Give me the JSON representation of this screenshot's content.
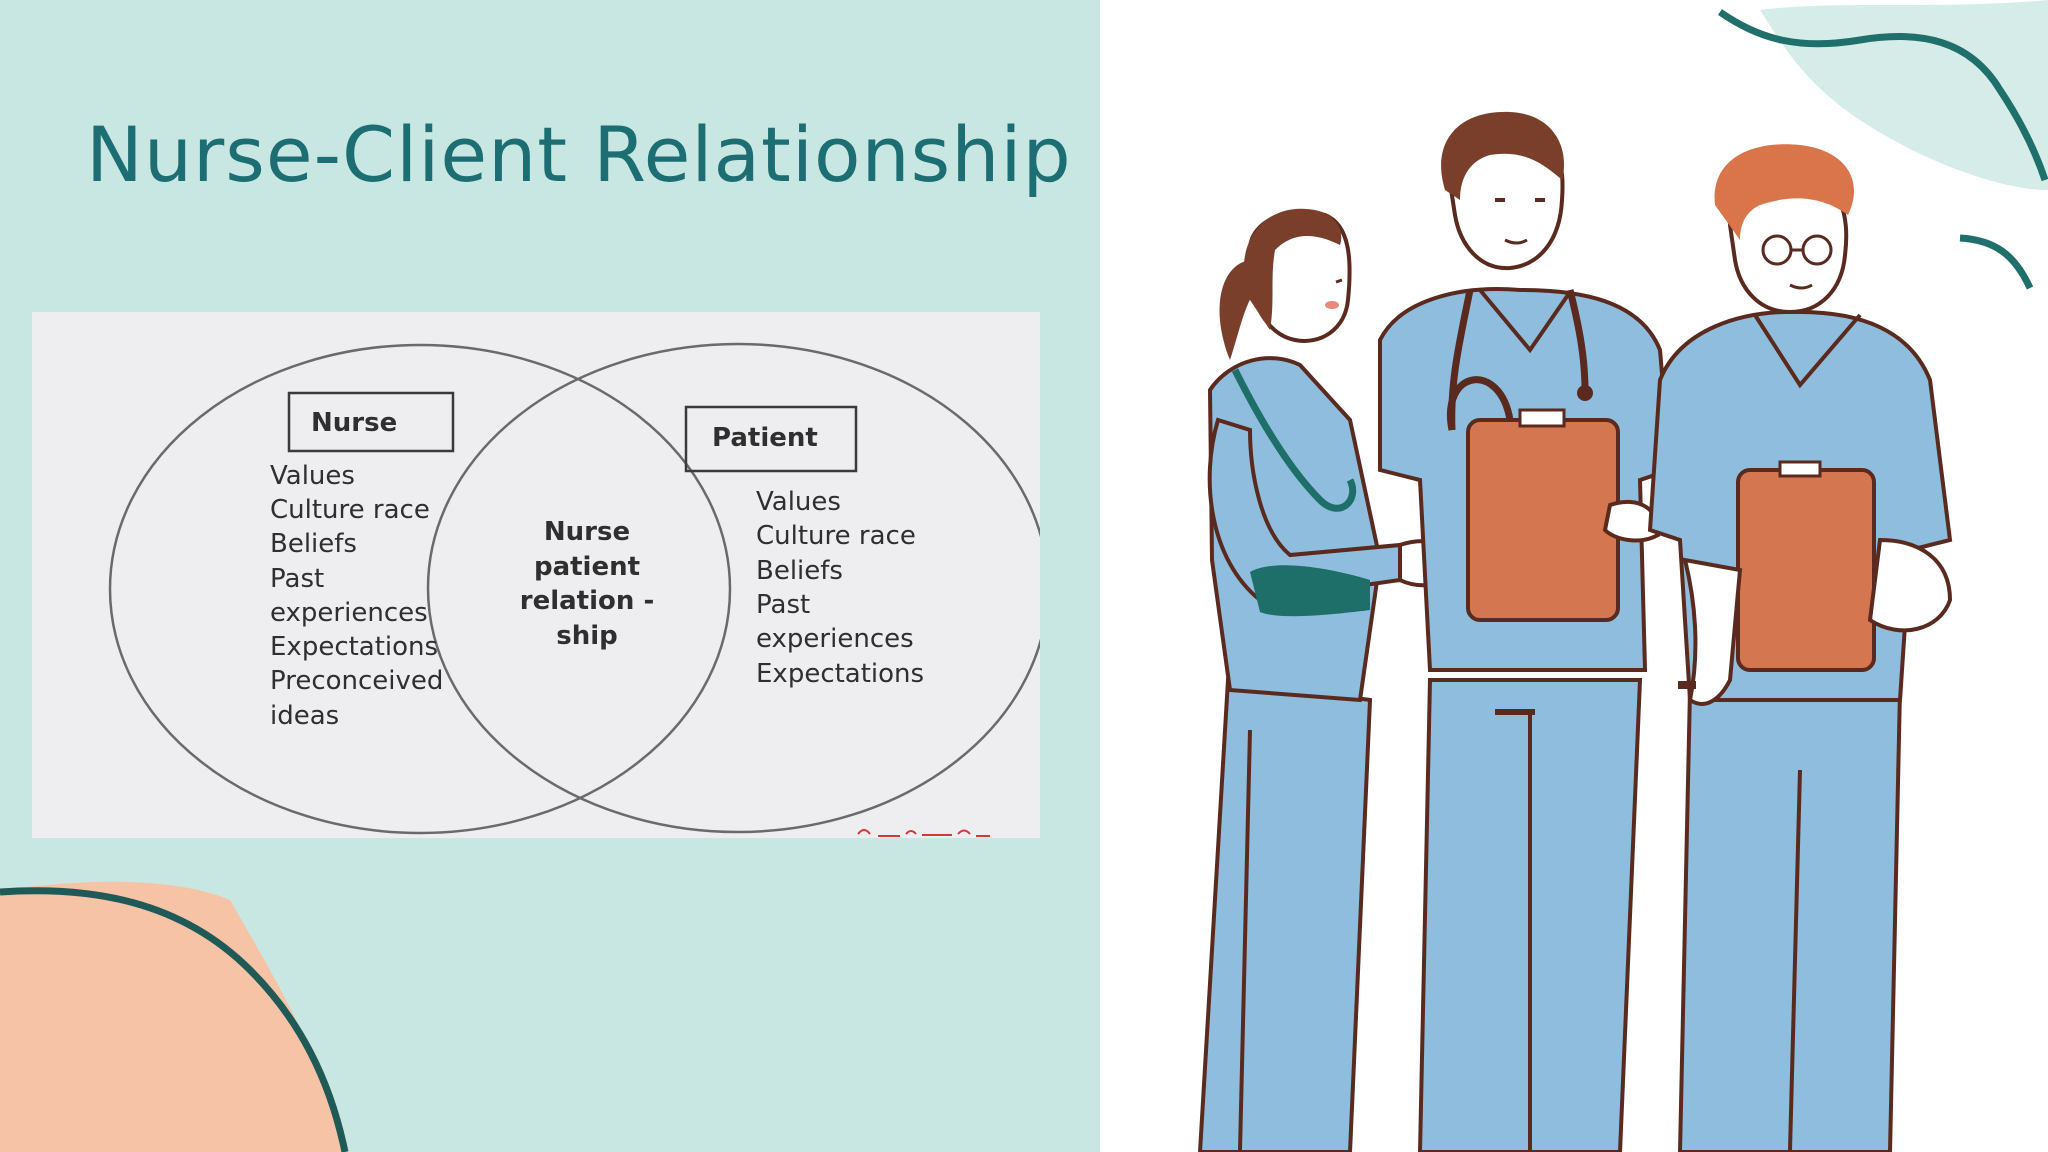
{
  "slide": {
    "title": "Nurse-Client Relationship"
  },
  "diagram": {
    "left_circle": {
      "heading": "Nurse",
      "items": [
        "Values",
        "Culture race",
        "Beliefs",
        "Past",
        "experiences",
        "Expectations",
        "Preconceived",
        "ideas"
      ]
    },
    "overlap": {
      "lines": [
        "Nurse",
        "patient",
        "relation -",
        "ship"
      ]
    },
    "right_circle": {
      "heading": "Patient",
      "items": [
        "Values",
        "Culture race",
        "Beliefs",
        "Past",
        "experiences",
        "Expectations"
      ]
    }
  },
  "illustration": {
    "subject": "three-nurses-in-scrubs",
    "colors": {
      "scrubs": "#8fbddd",
      "clipboard": "#d4764f",
      "hair": "#7a3f2a",
      "hair_ginger": "#d9744b",
      "outline": "#5a2a1f",
      "armband": "#1e6e6a"
    }
  },
  "colors": {
    "background": "#c8e7e2",
    "title": "#1c6e72",
    "diagram_bg": "#eeedf0",
    "blob_peach": "#f6c3a6"
  }
}
